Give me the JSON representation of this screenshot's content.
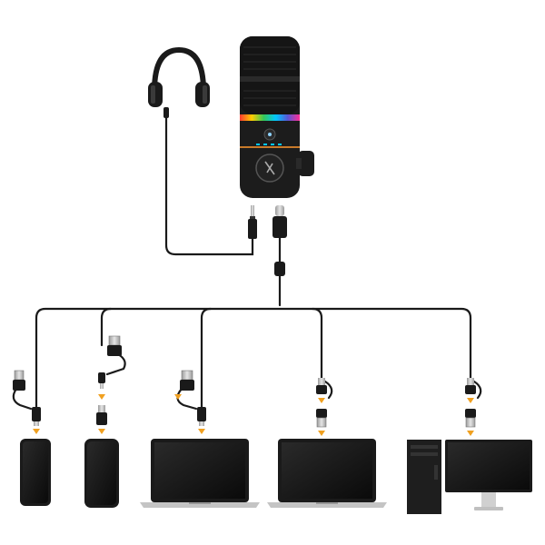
{
  "diagram": {
    "nodes": [
      {
        "id": "microphone",
        "icon": "microphone-icon"
      },
      {
        "id": "headphones",
        "icon": "headphones-icon"
      },
      {
        "id": "phone-left",
        "icon": "smartphone-icon"
      },
      {
        "id": "phone-right",
        "icon": "smartphone-icon"
      },
      {
        "id": "laptop-left",
        "icon": "laptop-icon"
      },
      {
        "id": "laptop-right",
        "icon": "laptop-icon"
      },
      {
        "id": "desktop-pc",
        "icon": "desktop-computer-icon"
      }
    ],
    "connectors": [
      {
        "from": "microphone",
        "to": "headphones",
        "type": "3.5mm-audio"
      },
      {
        "from": "microphone",
        "to": "hub",
        "type": "usb-c"
      },
      {
        "from": "hub",
        "to": "phone-left",
        "type": "usb-a-to-usb-c"
      },
      {
        "from": "hub",
        "to": "phone-right",
        "type": "usb-a-to-lightning"
      },
      {
        "from": "hub",
        "to": "laptop-left",
        "type": "usb-a-to-usb-c"
      },
      {
        "from": "hub",
        "to": "laptop-right",
        "type": "usb-c-to-usb-a"
      },
      {
        "from": "hub",
        "to": "desktop-pc",
        "type": "usb-c-to-usb-a"
      }
    ],
    "colors": {
      "cable": "#1a1a1a",
      "connector_metal": "#c8c8c8",
      "arrow": "#f0a020",
      "device_body": "#1c1c1c",
      "rgb_ring": [
        "#ff3b30",
        "#ffcc00",
        "#34c759",
        "#00c7ff",
        "#5856d6",
        "#ff2d95"
      ]
    }
  }
}
